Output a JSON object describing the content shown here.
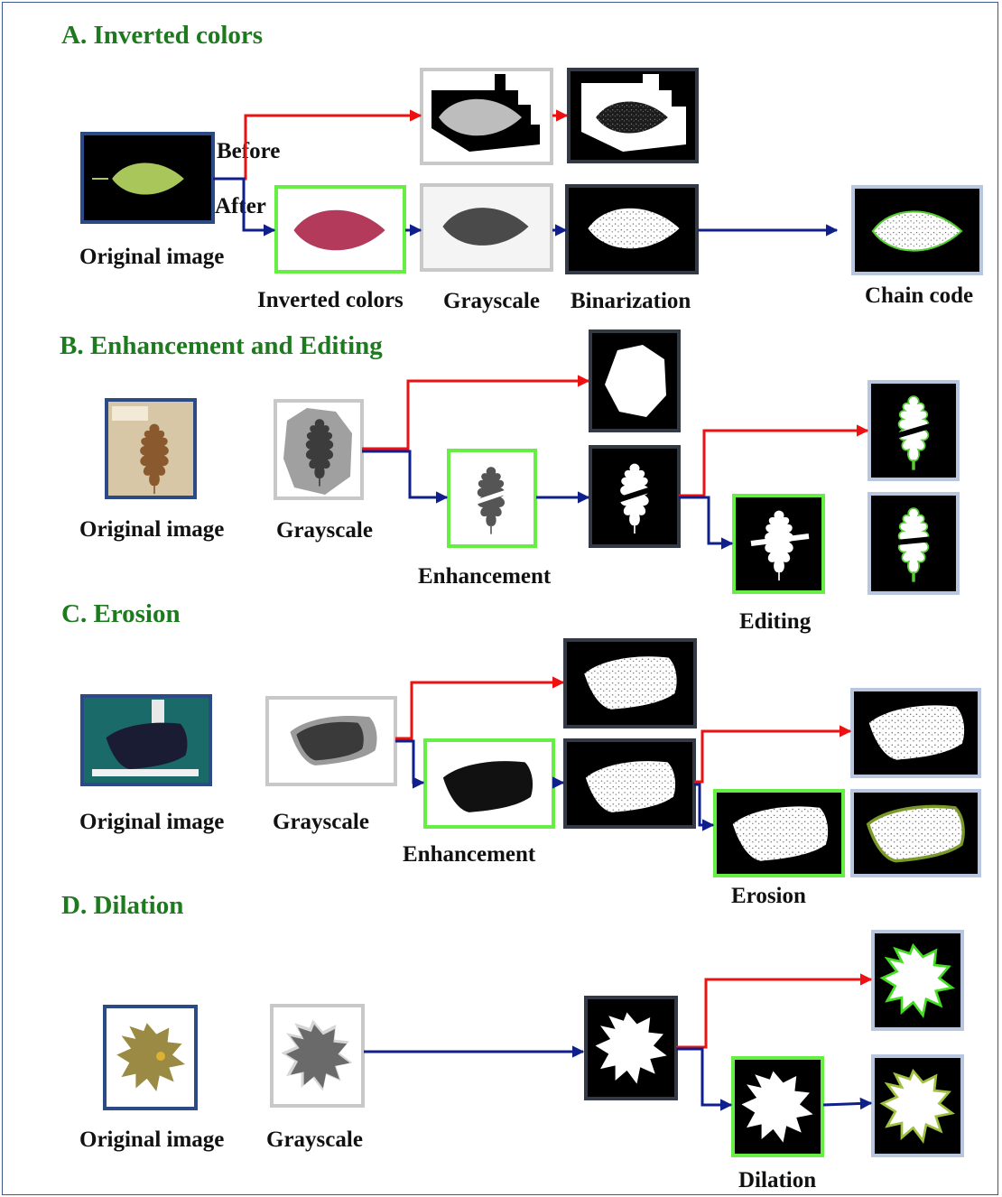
{
  "colors": {
    "title": "#1e7a1e",
    "before_arrow": "#ee1111",
    "after_arrow": "#0f1f8c",
    "frame_original": "#2b4a86",
    "frame_gray": "#c8c8c8",
    "frame_binary": "#333a46",
    "frame_result": "#b8c6e0",
    "frame_highlight": "#66ee44"
  },
  "sections": {
    "a": {
      "title": "A. Inverted colors",
      "before": "Before",
      "after": "After",
      "original": "Original image",
      "inverted": "Inverted colors",
      "grayscale": "Grayscale",
      "binarization": "Binarization",
      "chain_code": "Chain code"
    },
    "b": {
      "title": "B. Enhancement and Editing",
      "original": "Original image",
      "grayscale": "Grayscale",
      "enhancement": "Enhancement",
      "editing": "Editing"
    },
    "c": {
      "title": "C. Erosion",
      "original": "Original image",
      "grayscale": "Grayscale",
      "enhancement": "Enhancement",
      "erosion": "Erosion"
    },
    "d": {
      "title": "D. Dilation",
      "original": "Original image",
      "grayscale": "Grayscale",
      "dilation": "Dilation"
    }
  }
}
